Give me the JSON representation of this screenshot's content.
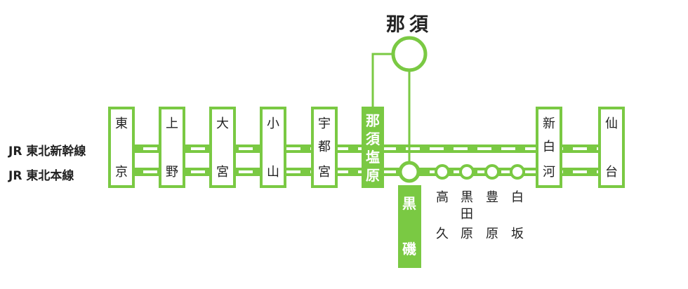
{
  "colors": {
    "line": "#7ac943",
    "dark": "#6fbf3a",
    "text": "#222222",
    "bg": "#ffffff"
  },
  "lines": {
    "shinkansen": "JR 東北新幹線",
    "honsen": "JR 東北本線"
  },
  "destination": "那須",
  "stations": [
    {
      "id": "tokyo",
      "chars": [
        "東",
        "京"
      ]
    },
    {
      "id": "ueno",
      "chars": [
        "上",
        "野"
      ]
    },
    {
      "id": "omiya",
      "chars": [
        "大",
        "宮"
      ]
    },
    {
      "id": "oyama",
      "chars": [
        "小",
        "山"
      ]
    },
    {
      "id": "utsunomiya",
      "chars": [
        "宇",
        "都",
        "宮"
      ]
    },
    {
      "id": "shinshirakawa",
      "chars": [
        "新",
        "白",
        "河"
      ]
    },
    {
      "id": "sendai",
      "chars": [
        "仙",
        "台"
      ]
    }
  ],
  "nasushiobara": {
    "chars": [
      "那",
      "須",
      "塩",
      "原"
    ]
  },
  "kuroiso": {
    "chars": [
      "黒",
      "磯"
    ]
  },
  "local_stops": [
    {
      "id": "takaku",
      "chars": [
        "高",
        "久"
      ]
    },
    {
      "id": "kurodahara",
      "chars": [
        "黒",
        "田",
        "原"
      ]
    },
    {
      "id": "toyohara",
      "chars": [
        "豊",
        "原"
      ]
    },
    {
      "id": "shirasaka",
      "chars": [
        "白",
        "坂"
      ]
    }
  ]
}
